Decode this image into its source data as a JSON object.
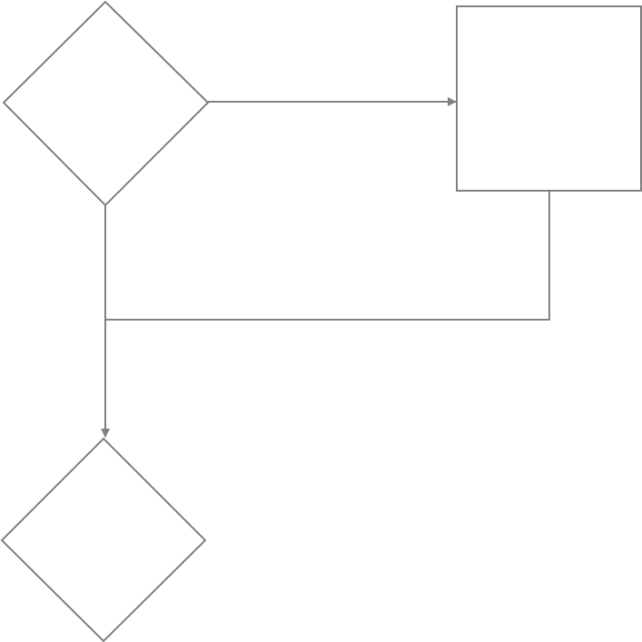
{
  "diagram": {
    "colors": {
      "stroke": "#808080",
      "fill": "#ffffff",
      "background": "#ffffff"
    },
    "nodes": [
      {
        "id": "decision-top",
        "shape": "diamond",
        "label": ""
      },
      {
        "id": "process-right",
        "shape": "rectangle",
        "label": ""
      },
      {
        "id": "decision-bottom",
        "shape": "diamond",
        "label": ""
      }
    ],
    "edges": [
      {
        "from": "decision-top",
        "to": "process-right",
        "arrow": "end",
        "label": ""
      },
      {
        "from": "process-right",
        "to": "decision-bottom",
        "arrow": "none",
        "label": ""
      },
      {
        "from": "decision-top",
        "to": "decision-bottom",
        "arrow": "end",
        "label": ""
      }
    ]
  }
}
